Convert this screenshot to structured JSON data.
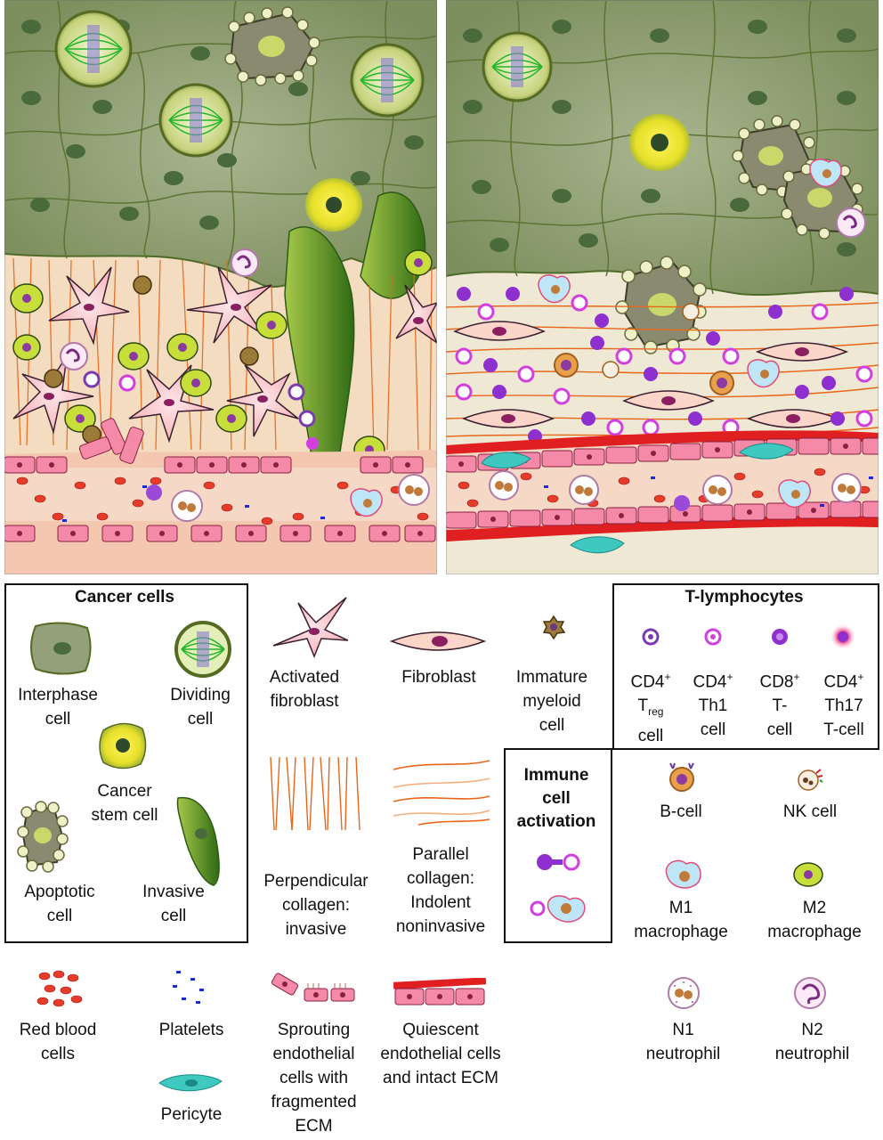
{
  "legend": {
    "cancer_cells": {
      "title": "Cancer cells",
      "interphase": [
        "Interphase",
        "cell"
      ],
      "dividing": [
        "Dividing",
        "cell"
      ],
      "stem": [
        "Cancer",
        "stem cell"
      ],
      "apoptotic": [
        "Apoptotic",
        "cell"
      ],
      "invasive": [
        "Invasive",
        "cell"
      ]
    },
    "activated_fibroblast": [
      "Activated",
      "fibroblast"
    ],
    "fibroblast": [
      "Fibroblast"
    ],
    "immature_myeloid": [
      "Immature",
      "myeloid",
      "cell"
    ],
    "t_lymphocytes": {
      "title": "T-lymphocytes",
      "treg": {
        "l1": "CD4",
        "sup": "+",
        "l2a": "T",
        "sub": "reg",
        "l3": "cell"
      },
      "th1": {
        "l1": "CD4",
        "sup": "+",
        "l2": "Th1",
        "l3": "cell"
      },
      "cd8": {
        "l1": "CD8",
        "sup": "+",
        "l2": "T-",
        "l3": "cell"
      },
      "th17": {
        "l1": "CD4",
        "sup": "+",
        "l2": "Th17",
        "l3": "T-cell"
      }
    },
    "perpendicular_collagen": [
      "Perpendicular",
      "collagen:",
      "invasive"
    ],
    "parallel_collagen": [
      "Parallel",
      "collagen:",
      "Indolent",
      "noninvasive"
    ],
    "immune_activation": [
      "Immune",
      "cell",
      "activation"
    ],
    "b_cell": [
      "B-cell"
    ],
    "nk_cell": [
      "NK cell"
    ],
    "m1": [
      "M1",
      "macrophage"
    ],
    "m2": [
      "M2",
      "macrophage"
    ],
    "red_blood": [
      "Red blood",
      "cells"
    ],
    "platelets": [
      "Platelets"
    ],
    "pericyte": [
      "Pericyte"
    ],
    "sprouting": [
      "Sprouting",
      "endothelial",
      "cells with",
      "fragmented",
      "ECM"
    ],
    "quiescent": [
      "Quiescent",
      "endothelial cells",
      "and intact ECM"
    ],
    "n1": [
      "N1",
      "neutrophil"
    ],
    "n2": [
      "N2",
      "neutrophil"
    ]
  },
  "colors": {
    "tumor": "#8a9a6a",
    "tumor_edge": "#4f6b2a",
    "stroma_left": "#f3dcc0",
    "stroma_right": "#efe8d4",
    "collagen": "#e8661a",
    "vessel": "#e53c2c",
    "endothelial": "#f48aa8",
    "purple": "#8e2fd0",
    "magenta": "#d23ee0"
  }
}
